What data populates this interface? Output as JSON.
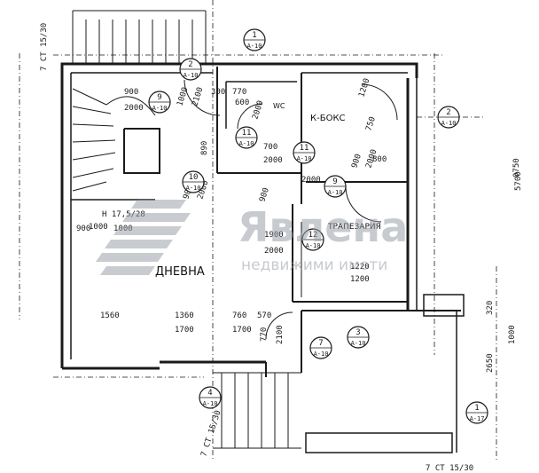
{
  "drawing": {
    "rooms": [
      {
        "key": "living",
        "text": "ДНЕВНА"
      },
      {
        "key": "box",
        "text": "К-БОКС"
      },
      {
        "key": "dining",
        "text": "ТРАПЕЗАРИЯ"
      },
      {
        "key": "wc",
        "text": "WC"
      }
    ],
    "dims": [
      "900",
      "2000",
      "1000",
      "2100",
      "300",
      "770",
      "600",
      "2000",
      "1200",
      "750",
      "890",
      "700",
      "2000",
      "800",
      "900",
      "2000",
      "900",
      "2000",
      "900",
      "2000",
      "1000",
      "900",
      "1000",
      "1900",
      "2000",
      "1220",
      "1200",
      "1560",
      "1360",
      "760",
      "570",
      "1700",
      "1700",
      "770",
      "2100",
      "320",
      "2650",
      "1000",
      "5700"
    ],
    "marks": [
      {
        "num": "1",
        "ref": "А-10"
      },
      {
        "num": "2",
        "ref": "А-10"
      },
      {
        "num": "2",
        "ref": "А-10"
      },
      {
        "num": "9",
        "ref": "А-10"
      },
      {
        "num": "11",
        "ref": "А-10"
      },
      {
        "num": "11",
        "ref": "А-10"
      },
      {
        "num": "9",
        "ref": "А-10"
      },
      {
        "num": "10",
        "ref": "А-10"
      },
      {
        "num": "12",
        "ref": "А-10"
      },
      {
        "num": "7",
        "ref": "А-10"
      },
      {
        "num": "3",
        "ref": "А-10"
      },
      {
        "num": "4",
        "ref": "А-10"
      },
      {
        "num": "1",
        "ref": "А-17"
      }
    ],
    "notes": [
      "7 СТ 15/30",
      "7 СТ 15/30",
      "7 СТ 15/30",
      "Н 17,5/28",
      "0750"
    ],
    "colors": {
      "ink": "#1a1a1a",
      "paper": "#ffffff",
      "watermark": "#9aa0a8"
    }
  },
  "watermark": {
    "brand": "Явлена",
    "tagline": "недвижими имоти"
  }
}
